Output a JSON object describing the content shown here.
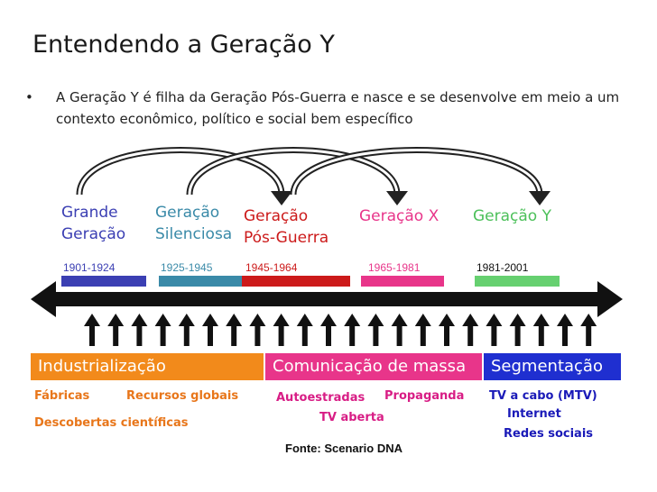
{
  "title": "Entendendo a Geração Y",
  "bullet": "A Geração Y é filha da Geração Pós-Guerra e nasce e se desenvolve em meio a um contexto econômico, político e social bem específico",
  "generations": [
    {
      "line1": "Grande",
      "line2": "Geração",
      "years": "1901-1924",
      "color": "#3b3fb3"
    },
    {
      "line1": "Geração",
      "line2": "Silenciosa",
      "years": "1925-1945",
      "color": "#3a8aa8"
    },
    {
      "line1": "Geração",
      "line2": "Pós-Guerra",
      "years": "1945-1964",
      "color": "#cc1a1a"
    },
    {
      "line1": "Geração X",
      "line2": "",
      "years": "1965-1981",
      "color": "#e8358a"
    },
    {
      "line1": "Geração Y",
      "line2": "",
      "years": "1981-2001",
      "color": "#66d070"
    }
  ],
  "bands": [
    {
      "label": "Industrialização",
      "color": "#f28a1b"
    },
    {
      "label": "Comunicação de massa",
      "color": "#e8358a"
    },
    {
      "label": "Segmentação",
      "color": "#1f2fd0"
    }
  ],
  "examples": {
    "industrial": [
      "Fábricas",
      "Recursos globais",
      "Descobertas científicas"
    ],
    "massa": [
      "Autoestradas",
      "Propaganda",
      "TV aberta"
    ],
    "segmentacao": [
      "TV a cabo (MTV)",
      "Internet",
      "Redes sociais"
    ]
  },
  "example_colors": {
    "industrial": "#e8761a",
    "massa": "#d81d85",
    "segmentacao": "#1a1ab8"
  },
  "source": "Fonte: Scenario DNA"
}
